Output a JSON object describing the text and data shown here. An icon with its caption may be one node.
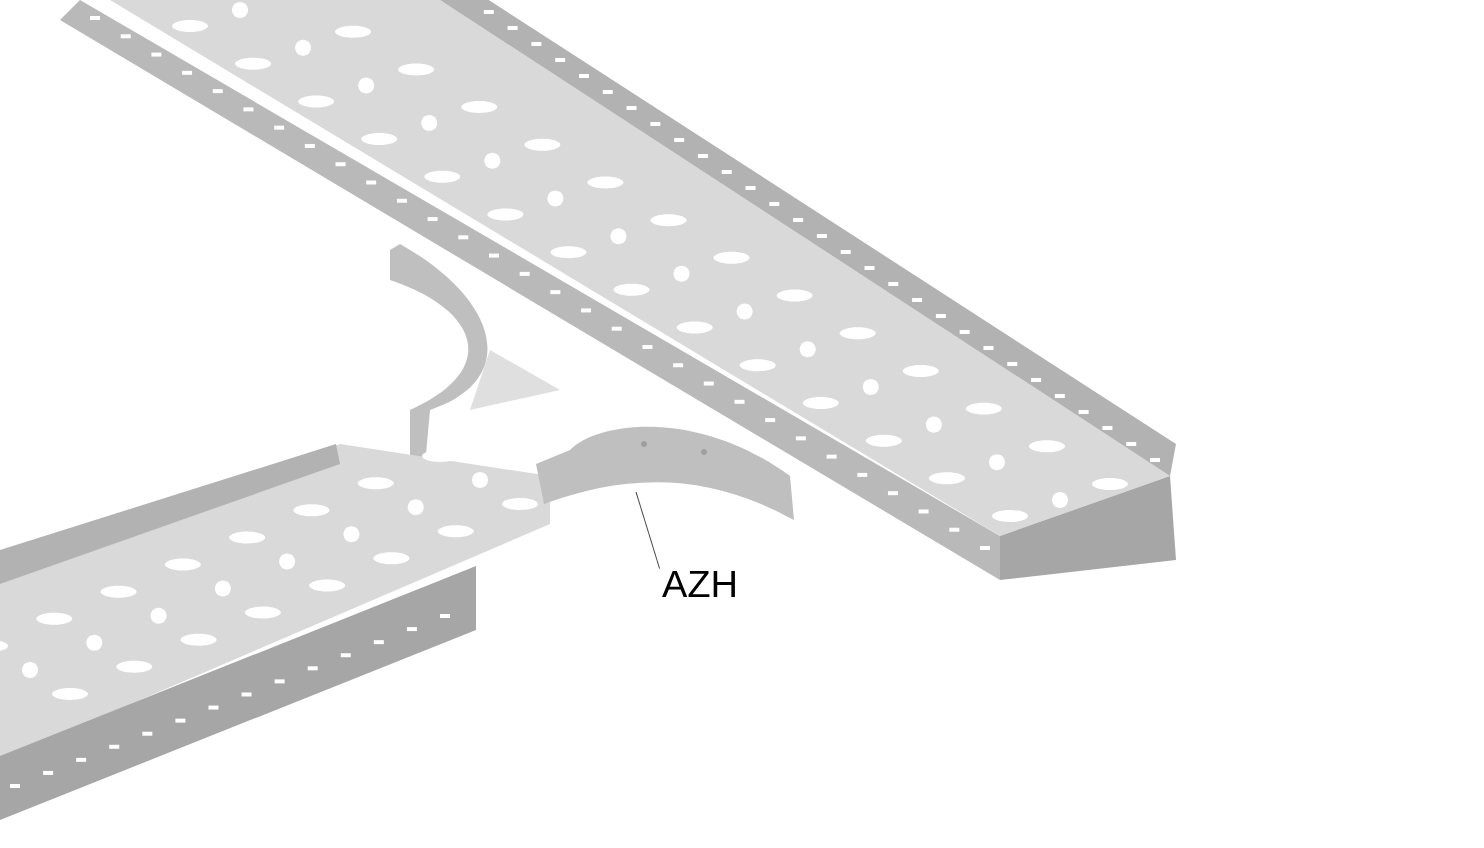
{
  "diagram": {
    "nodes": [
      {
        "text": [
          "AZH"
        ]
      },
      {
        "text": [],
        "shape": "picture"
      }
    ],
    "edges": [
      {
        "from": 0,
        "to": 1,
        "arrow": "none"
      }
    ]
  }
}
